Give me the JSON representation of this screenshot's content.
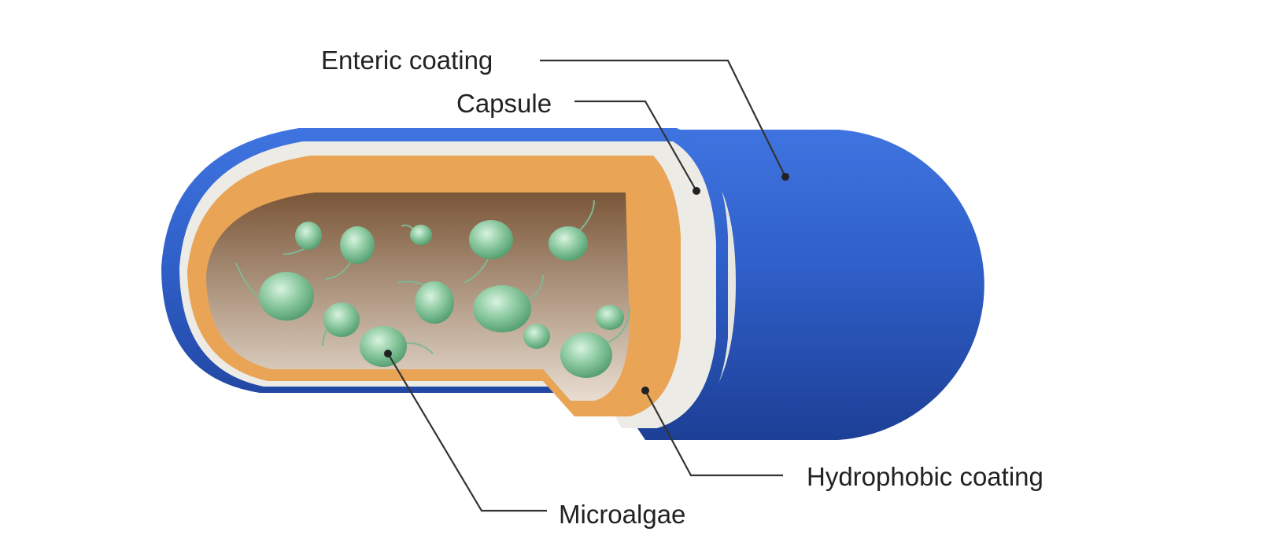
{
  "labels": {
    "enteric_coating": "Enteric coating",
    "capsule": "Capsule",
    "hydrophobic_coating": "Hydrophobic coating",
    "microalgae": "Microalgae"
  },
  "colors": {
    "enteric_blue": "#2f5fc8",
    "capsule_white": "#e8e6e0",
    "hydrophobic_orange": "#e9a455",
    "interior_brown": "#a07a58",
    "microalgae_green": "#8cc9a0"
  }
}
